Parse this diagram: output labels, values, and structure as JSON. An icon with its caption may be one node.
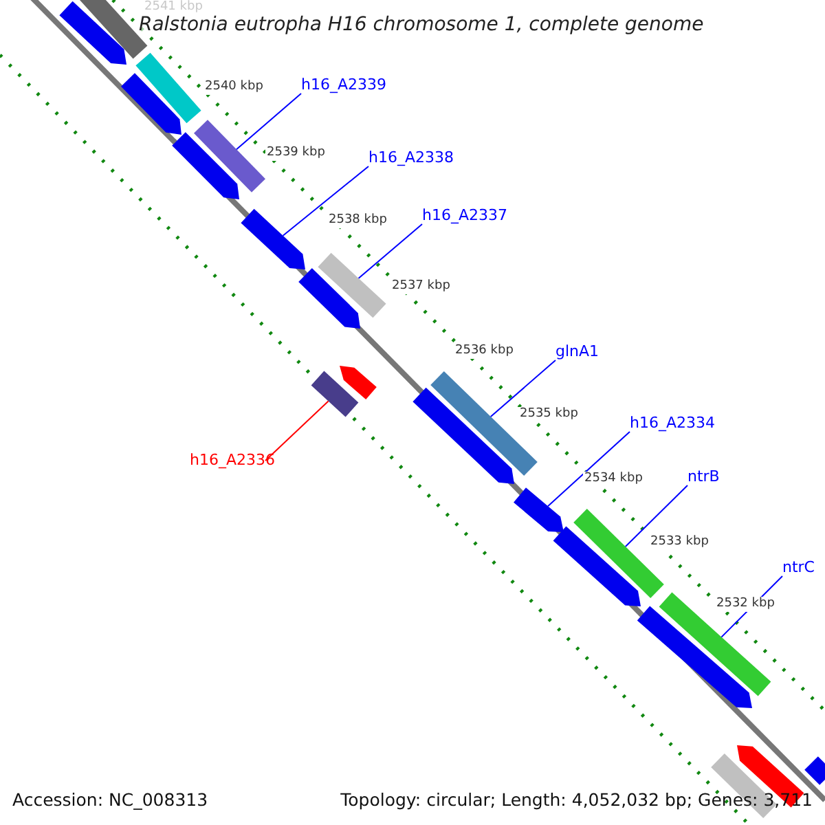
{
  "diagram": {
    "title": "Ralstonia eutropha H16 chromosome 1, complete genome",
    "nodes": [
      {
        "text": [
          "h16_A2339"
        ]
      },
      {
        "text": [],
        "shape": "bar"
      },
      {
        "text": [
          "h16_A2338"
        ]
      },
      {
        "text": [],
        "shape": "arrow"
      },
      {
        "text": [
          "h16_A2337"
        ]
      },
      {
        "text": [],
        "shape": "bar"
      },
      {
        "text": [
          "h16_A2336"
        ]
      },
      {
        "text": [],
        "shape": "bar"
      },
      {
        "text": [
          "glnA1"
        ]
      },
      {
        "text": [],
        "shape": "bar"
      },
      {
        "text": [
          "h16_A2334"
        ]
      },
      {
        "text": [],
        "shape": "arrow"
      },
      {
        "text": [
          "ntrB"
        ]
      },
      {
        "text": [],
        "shape": "bar"
      },
      {
        "text": [
          "ntrC"
        ]
      },
      {
        "text": [],
        "shape": "bar"
      },
      {
        "text": [],
        "shape": "bar"
      },
      {
        "text": [],
        "shape": "arrow"
      },
      {
        "text": [],
        "shape": "bar"
      },
      {
        "text": [],
        "shape": "arrow"
      },
      {
        "text": [],
        "shape": "arrow"
      },
      {
        "text": [],
        "shape": "arrow"
      },
      {
        "text": [],
        "shape": "arrow"
      },
      {
        "text": [],
        "shape": "arrow"
      },
      {
        "text": [],
        "shape": "arrow"
      },
      {
        "text": [],
        "shape": "arrow"
      },
      {
        "text": [],
        "shape": "bar"
      },
      {
        "text": [],
        "shape": "arrow"
      },
      {
        "text": [],
        "shape": "bar"
      }
    ],
    "edges": [
      {
        "from": 0,
        "to": 1,
        "arrow": "none"
      },
      {
        "from": 2,
        "to": 3,
        "arrow": "none"
      },
      {
        "from": 4,
        "to": 5,
        "arrow": "none"
      },
      {
        "from": 6,
        "to": 7,
        "arrow": "none",
        "color": "#ff0000"
      },
      {
        "from": 8,
        "to": 9,
        "arrow": "none"
      },
      {
        "from": 10,
        "to": 11,
        "arrow": "none"
      },
      {
        "from": 12,
        "to": 13,
        "arrow": "none"
      },
      {
        "from": 14,
        "to": 15,
        "arrow": "none"
      }
    ],
    "labels": [
      "2541 kbp",
      "2540 kbp",
      "2539 kbp",
      "2538 kbp",
      "2537 kbp",
      "2536 kbp",
      "2535 kbp",
      "2534 kbp",
      "2533 kbp",
      "2532 kbp",
      "Accession: NC_008313",
      "Topology: circular; Length: 4,052,032 bp; Genes: 3,711"
    ]
  }
}
